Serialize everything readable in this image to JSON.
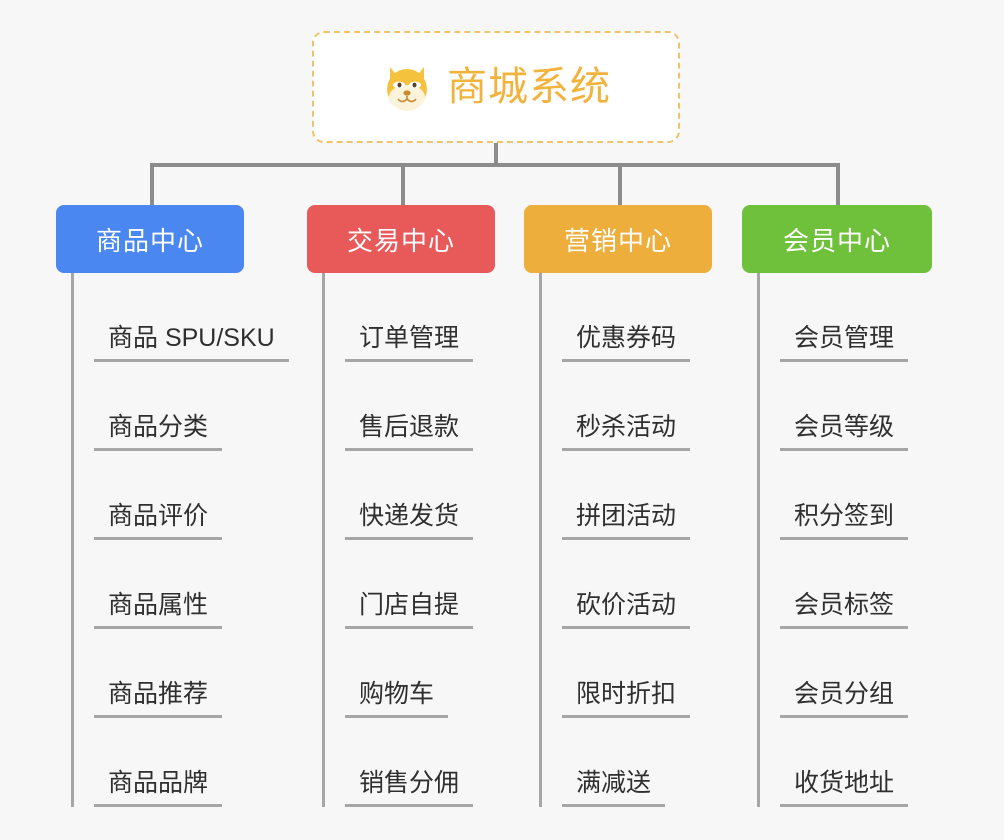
{
  "root": {
    "title": "商城系统",
    "icon": "shiba-dog-icon",
    "border_color": "#f0c36a",
    "text_color": "#f2b33d",
    "background": "#ffffff"
  },
  "canvas": {
    "background": "#f7f7f7",
    "connector_color": "#8c8c8c",
    "spine_color": "#a6a6a6",
    "leaf_text_color": "#2f2f2f"
  },
  "columns": [
    {
      "category": "商品中心",
      "color": "#4a87f0",
      "items": [
        "商品 SPU/SKU",
        "商品分类",
        "商品评价",
        "商品属性",
        "商品推荐",
        "商品品牌"
      ]
    },
    {
      "category": "交易中心",
      "color": "#e8595a",
      "items": [
        "订单管理",
        "售后退款",
        "快递发货",
        "门店自提",
        "购物车",
        "销售分佣"
      ]
    },
    {
      "category": "营销中心",
      "color": "#edae3c",
      "items": [
        "优惠券码",
        "秒杀活动",
        "拼团活动",
        "砍价活动",
        "限时折扣",
        "满减送"
      ]
    },
    {
      "category": "会员中心",
      "color": "#6fc13c",
      "items": [
        "会员管理",
        "会员等级",
        "积分签到",
        "会员标签",
        "会员分组",
        "收货地址"
      ]
    }
  ]
}
